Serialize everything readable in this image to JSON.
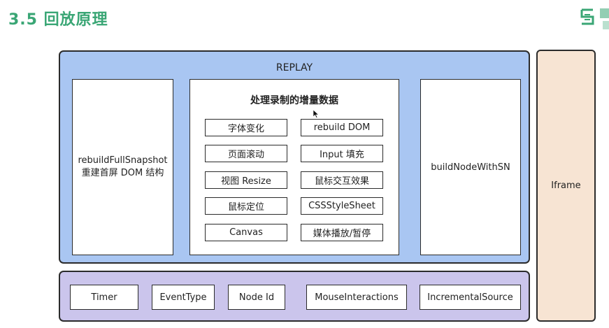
{
  "page_title": "3.5 回放原理",
  "replay": {
    "title": "REPLAY",
    "left_box": {
      "line1": "rebuildFullSnapshot",
      "line2": "重建首屏 DOM 结构"
    },
    "middle_box": {
      "title": "处理录制的增量数据",
      "items": [
        "字体变化",
        "rebuild DOM",
        "页面滚动",
        "Input 填充",
        "视图 Resize",
        "鼠标交互效果",
        "鼠标定位",
        "CSSStyleSheet",
        "Canvas",
        "媒体播放/暂停"
      ]
    },
    "right_box": {
      "label": "buildNodeWithSN"
    }
  },
  "bottom_items": [
    "Timer",
    "EventType",
    "Node Id",
    "MouseInteractions",
    "IncrementalSource"
  ],
  "iframe": {
    "label": "Iframe"
  },
  "colors": {
    "title_green": "#3aa675",
    "replay_blue": "#a9c6f2",
    "bottom_purple": "#cbc5ec",
    "iframe_peach": "#f7e4d3"
  }
}
